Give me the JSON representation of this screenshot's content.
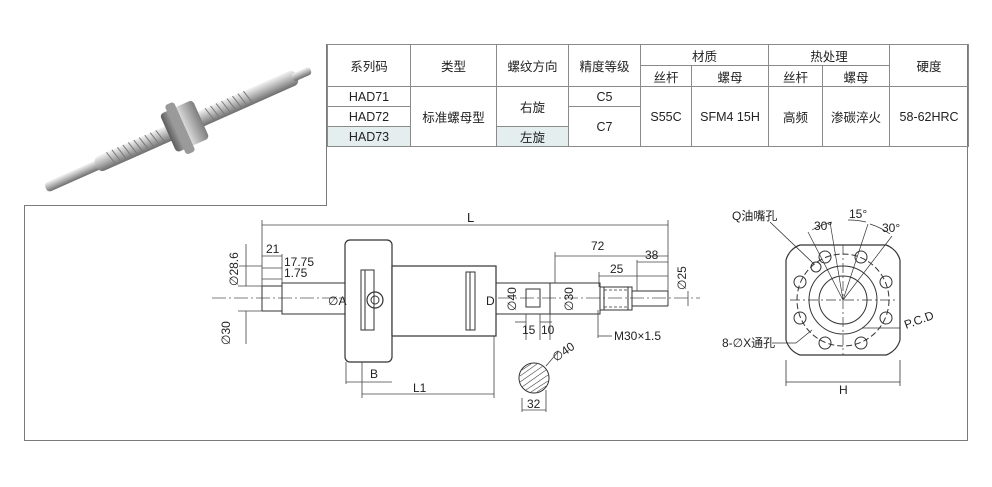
{
  "table": {
    "headers": {
      "series": "系列码",
      "type": "类型",
      "thread": "螺纹方向",
      "grade": "精度等级",
      "material": "材质",
      "heat": "热处理",
      "hardness": "硬度",
      "screw": "丝杆",
      "nut": "螺母",
      "screw2": "丝杆",
      "nut2": "螺母"
    },
    "codes": [
      "HAD71",
      "HAD72",
      "HAD73"
    ],
    "type_value": "标准螺母型",
    "thread_right": "右旋",
    "thread_left": "左旋",
    "grade_c5": "C5",
    "grade_c7": "C7",
    "screw_material": "S55C",
    "nut_material": "SFM4 15H",
    "screw_heat": "高频",
    "nut_heat": "渗碳淬火",
    "hardness": "58-62HRC"
  },
  "drawing": {
    "L": "L",
    "L1": "L1",
    "B": "B",
    "A": "∅A",
    "D": "D",
    "d21": "21",
    "d1775": "17.75",
    "d175": "1.75",
    "d286": "∅28.6",
    "d30_left": "∅30",
    "d40": "∅40",
    "d30": "∅30",
    "d15": "15",
    "d10": "10",
    "d72": "72",
    "d25": "25",
    "d38": "38",
    "d25_dia": "∅25",
    "m30": "M30×1.5",
    "sec_d40": "∅40",
    "sec_32": "32",
    "q_hole": "Q油嘴孔",
    "a30_left": "30°",
    "a15": "15°",
    "a30_right": "30°",
    "x_holes": "8-∅X通孔",
    "pcd": "P.C.D",
    "H": "H"
  }
}
